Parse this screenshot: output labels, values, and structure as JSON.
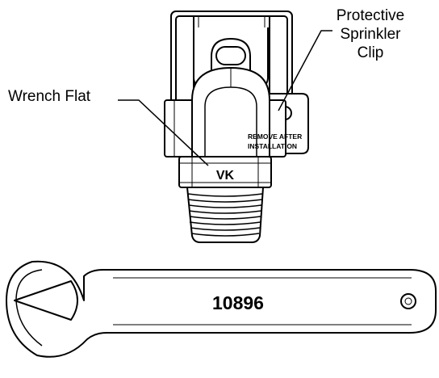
{
  "callouts": {
    "clip_line1": "Protective",
    "clip_line2": "Sprinkler",
    "clip_line3": "Clip",
    "wrench_flat": "Wrench Flat"
  },
  "clip_text": {
    "line1": "REMOVE AFTER",
    "line2": "INSTALLATION"
  },
  "brand_mark": "VK",
  "wrench_number": "10896",
  "colors": {
    "ink": "#000000",
    "fill": "#ffffff",
    "background": "#ffffff"
  }
}
